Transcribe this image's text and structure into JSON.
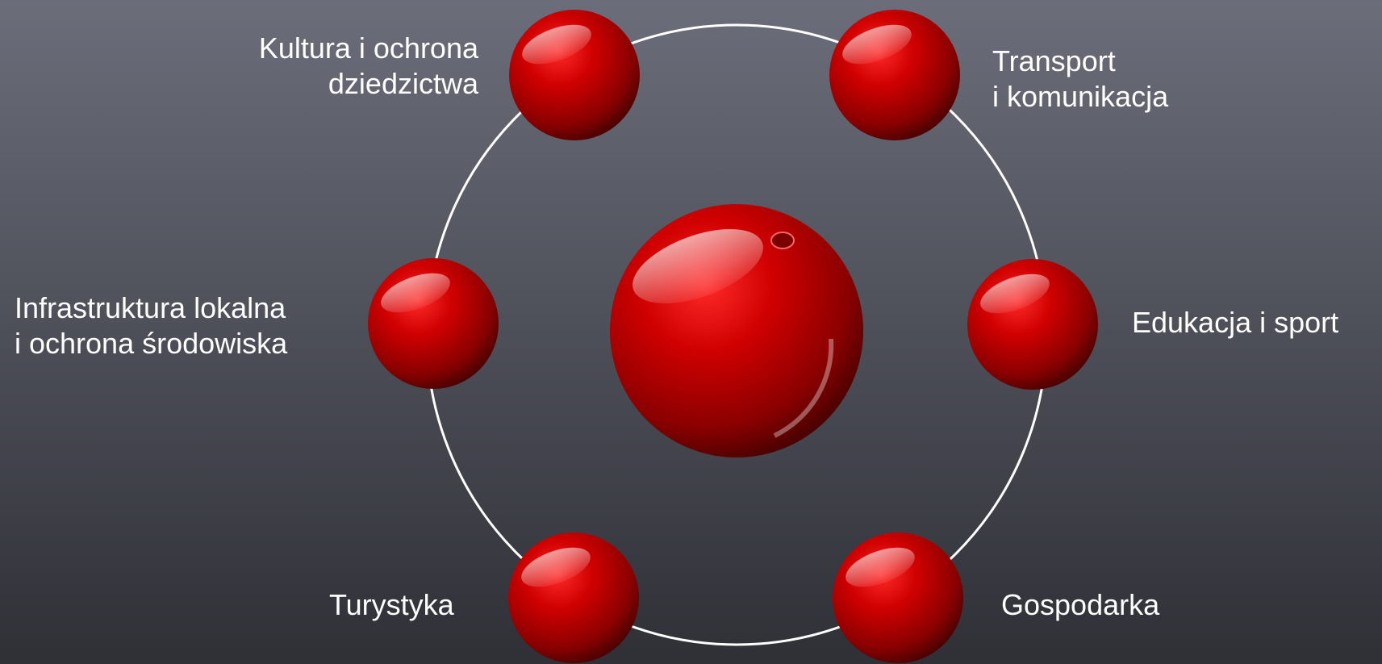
{
  "diagram": {
    "colors": {
      "sphere": "#cc0000",
      "sphere_dark": "#5a0000",
      "ring": "#ffffff",
      "text": "#ffffff"
    },
    "labels": {
      "culture": "Kultura i ochrona\ndziedzictwa",
      "transport": "Transport\ni komunikacja",
      "infrastructure": "Infrastruktura lokalna\ni ochrona środowiska",
      "education": "Edukacja i sport",
      "tourism": "Turystyka",
      "economy": "Gospodarka"
    }
  }
}
